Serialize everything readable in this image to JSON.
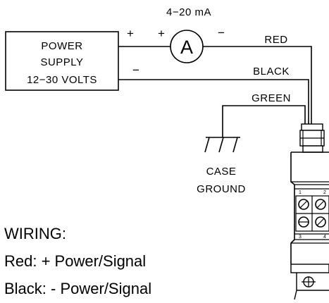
{
  "meter": {
    "range_label": "4−20  mA",
    "symbol": "A",
    "plus_in": "+",
    "minus_out": "−"
  },
  "power_supply": {
    "line1": "POWER",
    "line2": "SUPPLY",
    "line3": "12−30  VOLTS",
    "plus_terminal": "+",
    "minus_terminal": "−"
  },
  "wires": {
    "red": "RED",
    "black": "BLACK",
    "green": "GREEN"
  },
  "ground": {
    "line1": "CASE",
    "line2": "GROUND"
  },
  "device_terminals": {
    "t1": "1",
    "t2": "2",
    "t3": "3",
    "t4": "4"
  },
  "notes": {
    "title": "WIRING:",
    "red": "Red: + Power/Signal",
    "black": "Black: - Power/Signal"
  }
}
